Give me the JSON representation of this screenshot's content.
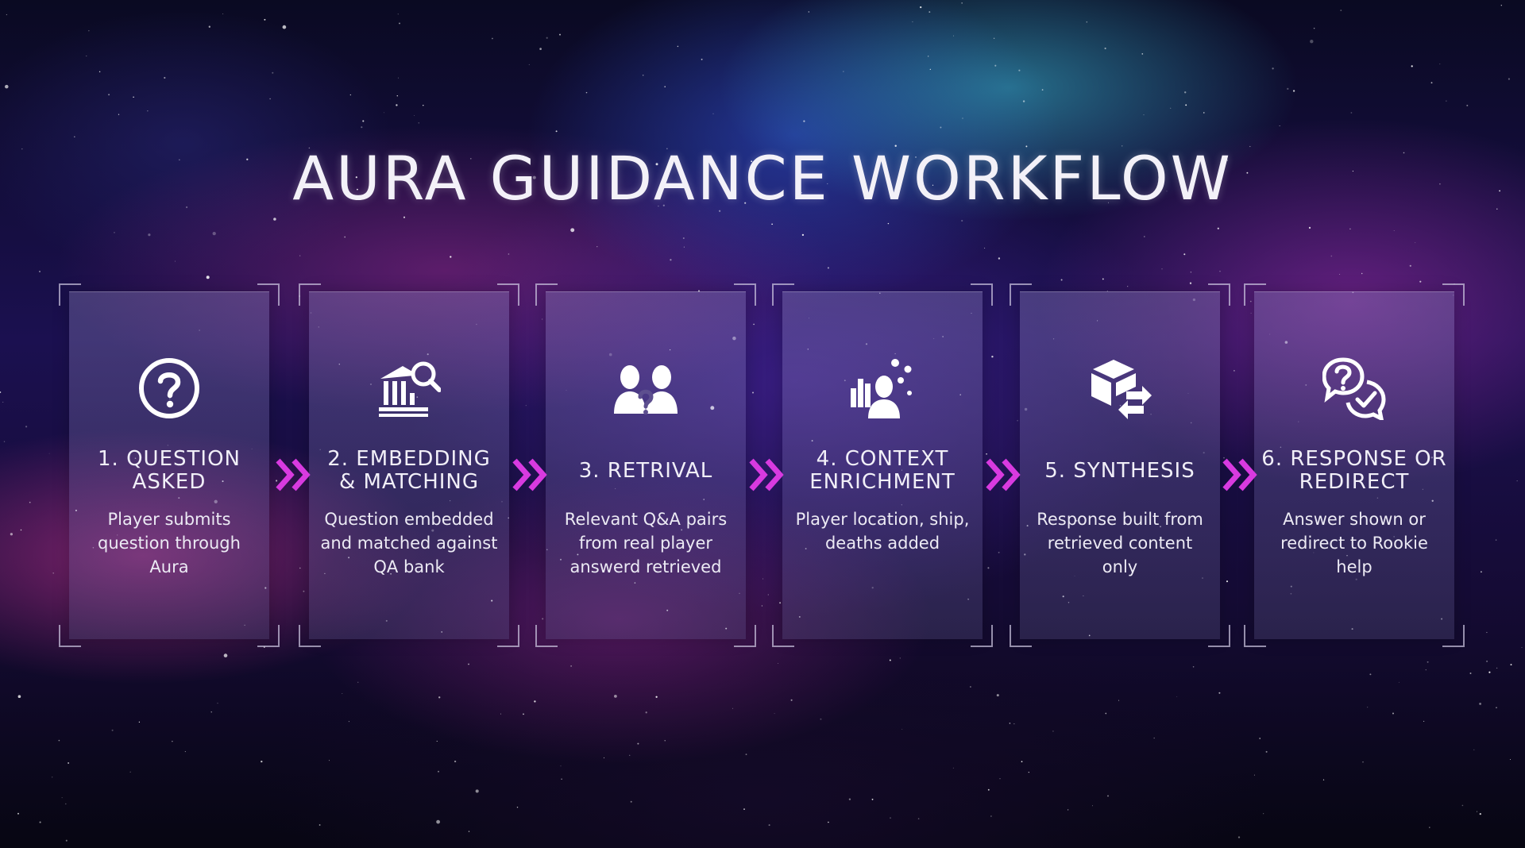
{
  "title": "AURA GUIDANCE WORKFLOW",
  "colors": {
    "arrow": "#d83ae0",
    "panel_text": "#f1eff8"
  },
  "steps": [
    {
      "icon": "question-circle-icon",
      "title": "1. QUESTION ASKED",
      "description": "Player submits question through Aura"
    },
    {
      "icon": "bank-search-icon",
      "title": "2. EMBEDDING & MATCHING",
      "description": "Question embedded and matched against QA bank"
    },
    {
      "icon": "people-question-icon",
      "title": "3. RETRIVAL",
      "description": "Relevant Q&A pairs from real player answerd retrieved"
    },
    {
      "icon": "person-context-icon",
      "title": "4. CONTEXT ENRICHMENT",
      "description": "Player location, ship, deaths added"
    },
    {
      "icon": "cube-exchange-icon",
      "title": "5. SYNTHESIS",
      "description": "Response built from retrieved content only"
    },
    {
      "icon": "chat-question-check-icon",
      "title": "6. RESPONSE OR REDIRECT",
      "description": "Answer shown or redirect to Rookie help"
    }
  ]
}
